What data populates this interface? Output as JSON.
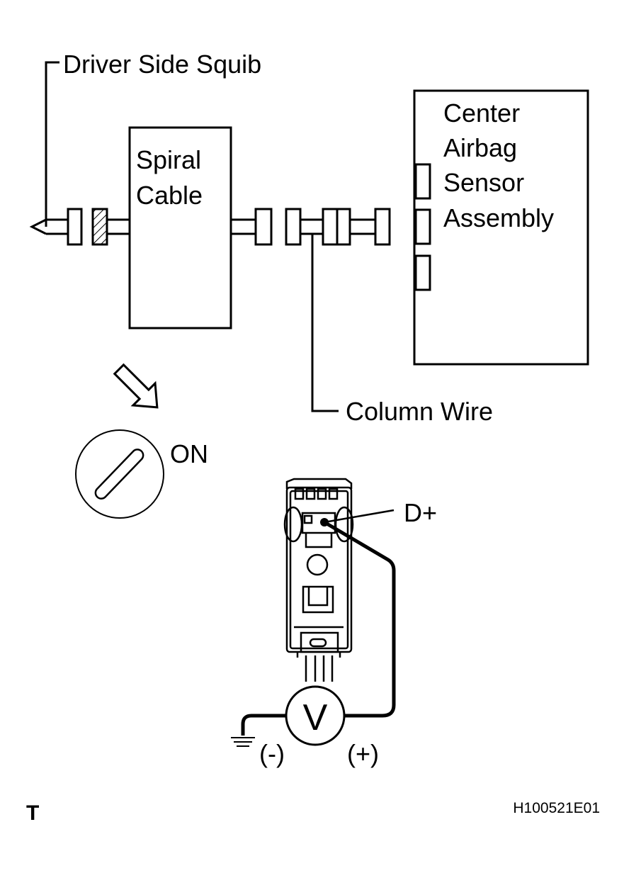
{
  "labels": {
    "driver_side_squib": "Driver Side Squib",
    "spiral_cable_line1": "Spiral",
    "spiral_cable_line2": "Cable",
    "center_line1": "Center",
    "center_line2": "Airbag",
    "center_line3": "Sensor",
    "center_line4": "Assembly",
    "column_wire": "Column Wire",
    "ignition_on": "ON",
    "terminal_d_plus": "D+",
    "voltmeter_symbol": "V",
    "negative_probe": "(-)",
    "positive_probe": "(+)",
    "corner_mark": "T",
    "figure_code": "H100521E01"
  },
  "icons": [
    "ignition-key-icon",
    "arrow-icon",
    "voltmeter-icon",
    "ground-icon",
    "connector-icon"
  ]
}
